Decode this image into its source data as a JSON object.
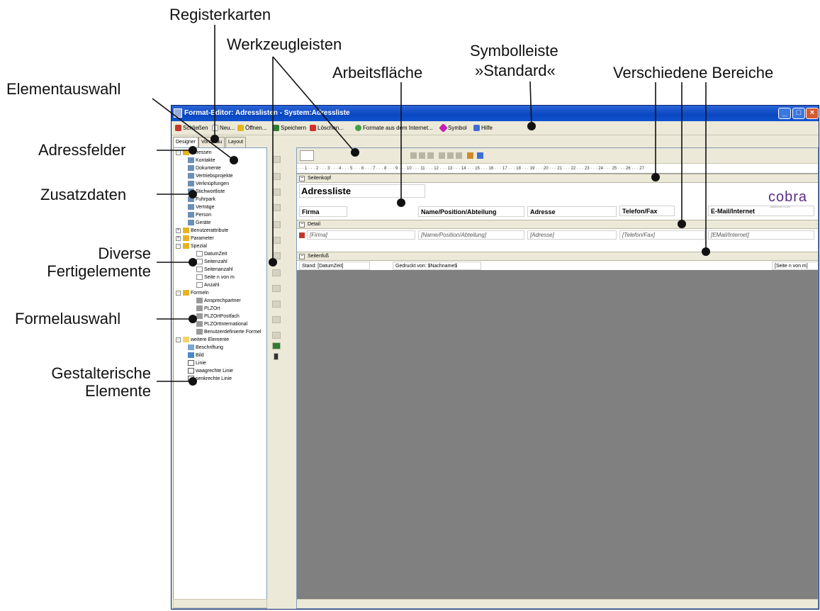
{
  "callouts": {
    "registerkarten": "Registerkarten",
    "werkzeugleisten": "Werkzeugleisten",
    "symbolleiste_1": "Symbolleiste",
    "symbolleiste_2": "»Standard«",
    "arbeitsflaeche": "Arbeitsfläche",
    "verschiedene_bereiche": "Verschiedene Bereiche",
    "elementauswahl": "Elementauswahl",
    "adressfelder": "Adressfelder",
    "zusatzdaten": "Zusatzdaten",
    "diverse_1": "Diverse",
    "diverse_2": "Fertigelemente",
    "formelauswahl": "Formelauswahl",
    "gestalterische_1": "Gestalterische",
    "gestalterische_2": "Elemente"
  },
  "window": {
    "title": "Format-Editor: Adresslisten - System:Adressliste",
    "buttons": {
      "min": "_",
      "max": "□",
      "close": "×"
    }
  },
  "toolbar": {
    "items": [
      "Schließen",
      "Neu...",
      "Öffnen...",
      "Speichern",
      "Löschen...",
      "Formate aus dem Internet...",
      "Symbol",
      "Hilfe"
    ]
  },
  "tabs": [
    "Designer",
    "Vorschau",
    "Layout"
  ],
  "tree": {
    "adressen": "Adressen",
    "adressen_children": [
      "Kontakte",
      "Dokumente",
      "Vertriebsprojekte",
      "Verknüpfungen",
      "Stichwortliste",
      "Fuhrpark",
      "Verträge",
      "Person",
      "Geräte"
    ],
    "benutzerattribute": "Benutzerattribute",
    "parameter": "Parameter",
    "spezial": "Spezial",
    "spezial_children": [
      "DatumZeit",
      "Seitenzahl",
      "Seitenanzahl",
      "Seite n von m",
      "Anzahl"
    ],
    "formeln": "Formeln",
    "formeln_children": [
      "Ansprechpartner",
      "PLZOrt",
      "PLZOrtPostfach",
      "PLZOrtInternational",
      "Benutzerdefinierte Formel"
    ],
    "weitere": "weitere Elemente",
    "weitere_children": [
      "Beschriftung",
      "Bild",
      "Linie",
      "waagrechte Linie",
      "senkrechte Linie"
    ]
  },
  "ruler": "· · · 1 · · · 2 · · · 3 · · · 4 · · · 5 · · · 6 · · · 7 · · · 8 · · · 9 · · · 10 · · · 11 · · · 12 · · · 13 · · · 14 · · · 15 · · · 16 · · · 17 · · · 18 · · · 19 · · · 20 · · · 21 · · · 22 · · · 23 · · · 24 · · · 25 · · · 26 · · · 27",
  "report": {
    "band_header": "Seitenkopf",
    "title": "Adressliste",
    "logo": "cobra",
    "logo_sub": "ADRESS PLUS",
    "columns": [
      "Firma",
      "Name/Position/Abteilung",
      "Adresse",
      "Telefon/Fax",
      "E-Mail/Internet"
    ],
    "band_detail": "Detail",
    "detail_fields": [
      "[Firma]",
      "[Name/Position/Abteilung]",
      "[Adresse]",
      "[Telefon/Fax]",
      "[EMail/Internet]"
    ],
    "band_footer": "Seitenfuß",
    "footer_fields": [
      "Stand:  [DatumZeit]",
      "Gedruckt von:  $Nachname$",
      "[Seite n von m]"
    ]
  },
  "colors": {
    "titlebar": "#0a46c0",
    "chrome": "#ece9d8",
    "workspace": "#808080",
    "logo": "#5a2d82"
  }
}
